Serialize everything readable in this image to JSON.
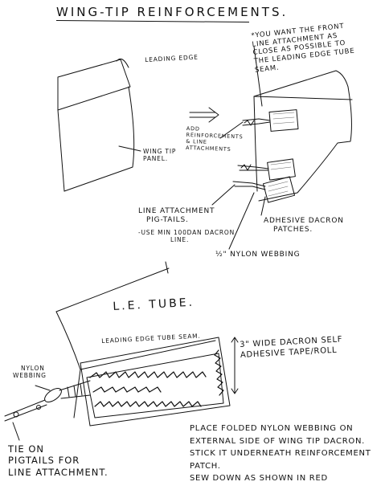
{
  "title": "WING-TIP REINFORCEMENTS.",
  "labels": {
    "leading_edge": "LEADING EDGE",
    "wing_tip_panel": [
      "WING TIP",
      "PANEL."
    ],
    "add_reinforcements": [
      "ADD",
      "REINFORCEMENTS",
      "& LINE",
      "ATTACHMENTS"
    ],
    "front_note": [
      "*YOU WANT THE FRONT",
      "LINE ATTACHMENT AS",
      "CLOSE AS POSSIBLE TO",
      "THE LEADING EDGE TUBE",
      "SEAM."
    ],
    "pigtails": [
      "LINE ATTACHMENT",
      "PIG-TAILS.",
      "-USE MIN 100DAN DACRON",
      "LINE."
    ],
    "patches": [
      "ADHESIVE DACRON",
      "PATCHES."
    ],
    "webbing": "½\" NYLON WEBBING",
    "le_tube": "L.E. TUBE.",
    "seam": "LEADING EDGE TUBE SEAM.",
    "tape": [
      "3\" WIDE DACRON SELF",
      "ADHESIVE TAPE/ROLL"
    ],
    "nylon_webbing": [
      "NYLON",
      "WEBBING"
    ],
    "tie_on": [
      "TIE ON",
      "PIGTAILS FOR",
      "LINE ATTACHMENT."
    ],
    "instructions": [
      "PLACE FOLDED NYLON WEBBING ON",
      "EXTERNAL SIDE OF WING TIP DACRON.",
      "STICK IT UNDERNEATH REINFORCEMENT",
      "PATCH.",
      "SEW DOWN AS SHOWN IN RED"
    ]
  },
  "colors": {
    "ink": "#111111",
    "stitch": "#111111",
    "patch_hatch": "#555555"
  }
}
